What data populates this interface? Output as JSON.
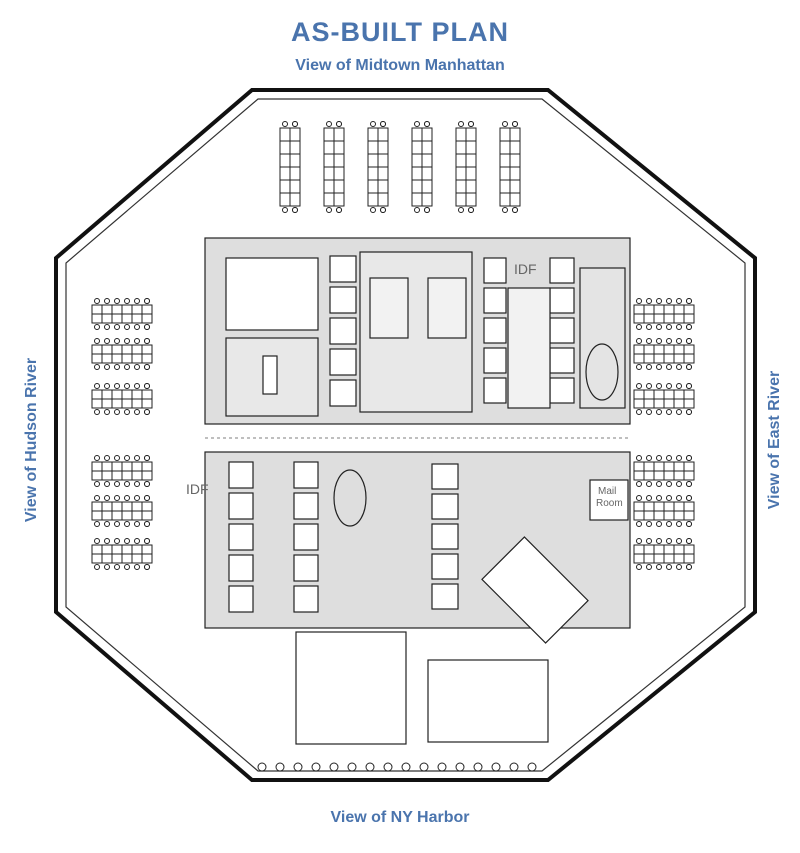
{
  "header": {
    "title": "AS-BUILT PLAN",
    "view_top": "View of Midtown Manhattan"
  },
  "views": {
    "left": "View of Hudson River",
    "right": "View of East River",
    "bottom": "View of NY Harbor"
  },
  "rooms": {
    "idf_top": "IDF",
    "idf_bottom": "IDF",
    "mail_line1": "Mail",
    "mail_line2": "Room"
  },
  "colors": {
    "label": "#4a74ad",
    "core_fill": "#dcdcdc",
    "line": "#222222"
  }
}
